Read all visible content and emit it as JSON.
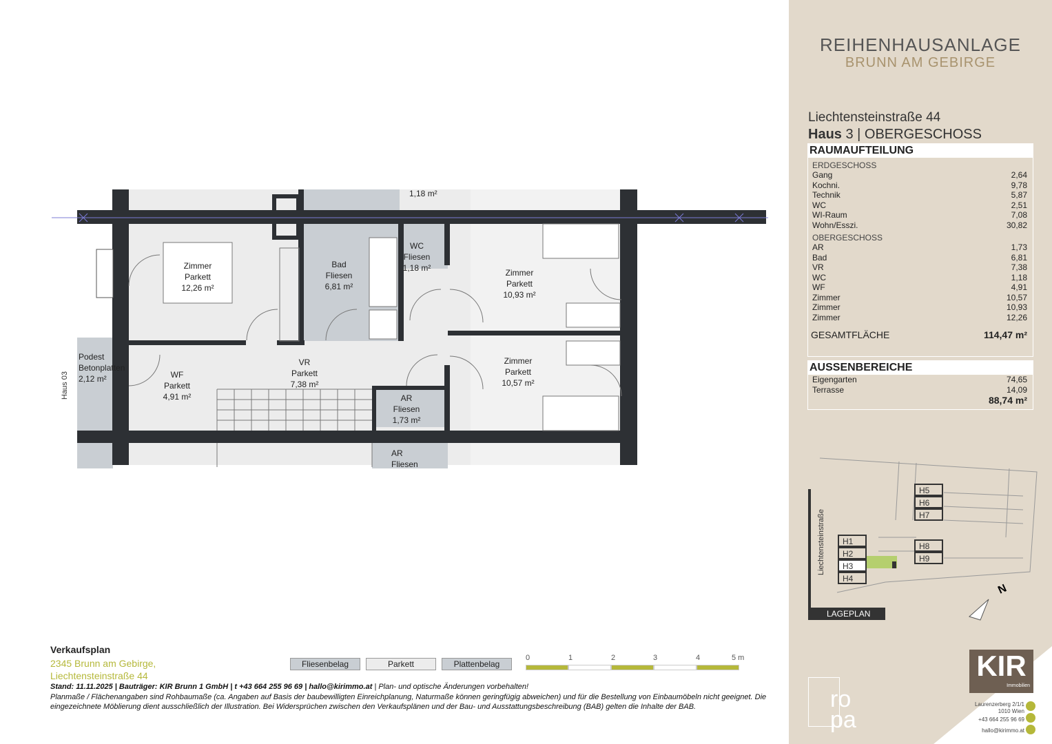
{
  "header": {
    "title": "REIHENHAUSANLAGE",
    "subtitle": "BRUNN AM GEBIRGE"
  },
  "address": "Liechtensteinstraße 44",
  "house": {
    "label": "Haus",
    "number": "3 | OBERGESCHOSS"
  },
  "room_table": {
    "title": "RAUMAUFTEILUNG",
    "sections": [
      {
        "name": "ERDGESCHOSS",
        "rows": [
          [
            "Gang",
            "2,64"
          ],
          [
            "Kochni.",
            "9,78"
          ],
          [
            "Technik",
            "5,87"
          ],
          [
            "WC",
            "2,51"
          ],
          [
            "WI-Raum",
            "7,08"
          ],
          [
            "Wohn/Esszi.",
            "30,82"
          ]
        ]
      },
      {
        "name": "OBERGESCHOSS",
        "rows": [
          [
            "AR",
            "1,73"
          ],
          [
            "Bad",
            "6,81"
          ],
          [
            "VR",
            "7,38"
          ],
          [
            "WC",
            "1,18"
          ],
          [
            "WF",
            "4,91"
          ],
          [
            "Zimmer",
            "10,57"
          ],
          [
            "Zimmer",
            "10,93"
          ],
          [
            "Zimmer",
            "12,26"
          ]
        ]
      }
    ],
    "total_label": "GESAMTFLÄCHE",
    "total_value": "114,47 m²"
  },
  "outdoor": {
    "title": "AUSSENBEREICHE",
    "rows": [
      [
        "Eigengarten",
        "74,65"
      ],
      [
        "Terrasse",
        "14,09"
      ]
    ],
    "total": "88,74 m²"
  },
  "site_plan": {
    "label": "LAGEPLAN",
    "street": "Liechtensteinstraße",
    "houses": [
      "H1",
      "H2",
      "H3",
      "H4",
      "H5",
      "H6",
      "H7",
      "H8",
      "H9"
    ],
    "highlight": "H3",
    "north": "N"
  },
  "plan": {
    "rooms": [
      {
        "name": "Zimmer",
        "floor": "Parkett",
        "area": "12,26 m²"
      },
      {
        "name": "Bad",
        "floor": "Fliesen",
        "area": "6,81 m²"
      },
      {
        "name": "WC",
        "floor": "Fliesen",
        "area": "1,18 m²"
      },
      {
        "name": "Zimmer",
        "floor": "Parkett",
        "area": "10,93 m²"
      },
      {
        "name": "Podest",
        "floor": "Betonplatten",
        "area": "2,12 m²"
      },
      {
        "name": "WF",
        "floor": "Parkett",
        "area": "4,91 m²"
      },
      {
        "name": "VR",
        "floor": "Parkett",
        "area": "7,38 m²"
      },
      {
        "name": "AR",
        "floor": "Fliesen",
        "area": "1,73 m²"
      },
      {
        "name": "Zimmer",
        "floor": "Parkett",
        "area": "10,57 m²"
      }
    ],
    "neighbor_top": "1,18 m²",
    "neighbor_bottom_name": "AR",
    "neighbor_bottom_floor": "Fliesen",
    "house_tag": "Haus 03"
  },
  "footer": {
    "title": "Verkaufsplan",
    "city": "2345 Brunn am Gebirge,",
    "street": "Liechtensteinstraße 44",
    "stand": "Stand: 11.11.2025 | Bauträger: KIR Brunn 1 GmbH | t +43 664 255 96 69 | hallo@kirimmo.at",
    "stand_note": " | Plan- und optische Änderungen vorbehalten!",
    "disclaimer": "Planmaße / Flächenangaben sind Rohbaumaße (ca. Angaben auf Basis der baubewilligten Einreichplanung, Naturmaße können geringfügig abweichen) und für die Bestellung von Einbaumöbeln nicht geeignet. Die eingezeichnete Möblierung dient ausschließlich der Illustration. Bei Widersprüchen zwischen den Verkaufsplänen und der Bau- und Ausstattungsbeschreibung (BAB) gelten die Inhalte der BAB.",
    "legend": [
      "Fliesenbelag",
      "Parkett",
      "Plattenbelag"
    ],
    "scale": [
      "0",
      "1",
      "2",
      "3",
      "4",
      "5 m"
    ]
  },
  "brand": {
    "logo": "KIR",
    "logo_sub": "Immobilien",
    "partner": "ropa",
    "contact": [
      "Laurenzerberg 2/1/1",
      "1010 Wien",
      "+43 664 255 96 69",
      "hallo@kirimmo.at"
    ]
  },
  "colors": {
    "panel": "#e2d9cb",
    "accent": "#b5b83a",
    "tiles": "#c9ced3",
    "parquet": "#e8e8e8",
    "kir": "#6e5f52"
  }
}
